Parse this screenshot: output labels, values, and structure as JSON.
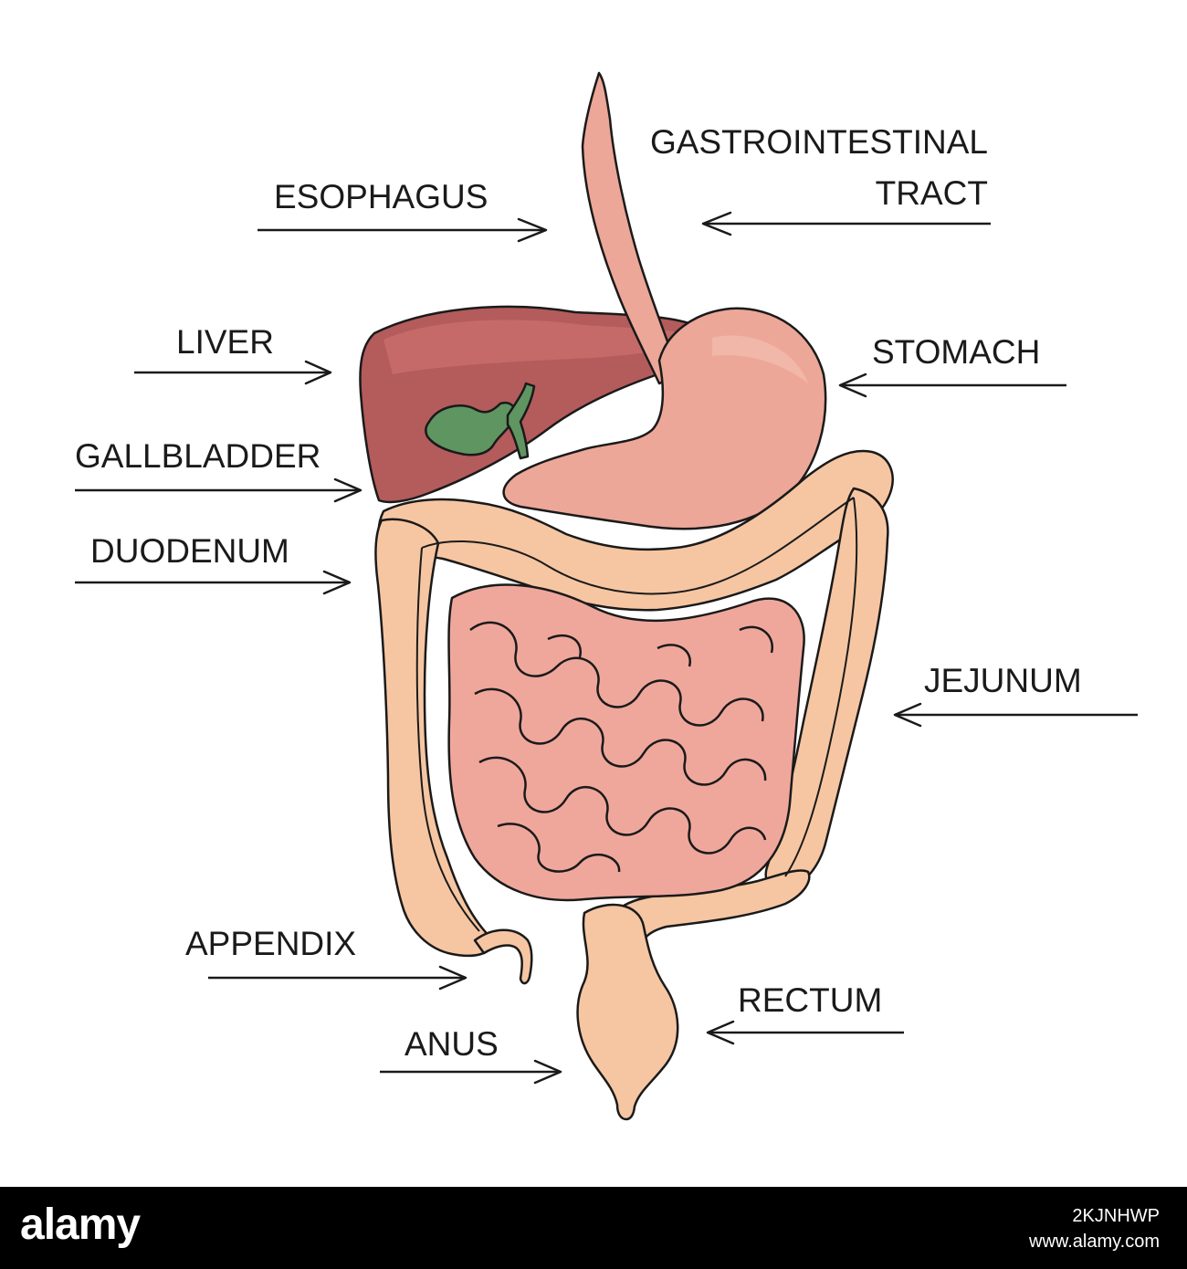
{
  "labels": {
    "esophagus": "ESOPHAGUS",
    "tract_line1": "GASTROINTESTINAL",
    "tract_line2": "TRACT",
    "liver": "LIVER",
    "stomach": "STOMACH",
    "gallbladder": "GALLBLADDER",
    "duodenum": "DUODENUM",
    "jejunum": "JEJUNUM",
    "appendix": "APPENDIX",
    "rectum": "RECTUM",
    "anus": "ANUS"
  },
  "footer": {
    "logo": "alamy",
    "image_id": "2KJNHWP",
    "url": "www.alamy.com"
  },
  "colors": {
    "liver": "#b35a5b",
    "gallbladder": "#5e9560",
    "stomach": "#eba798",
    "colon": "#f6c6a2",
    "small_intestine": "#eea69b",
    "footer": "#000000"
  }
}
